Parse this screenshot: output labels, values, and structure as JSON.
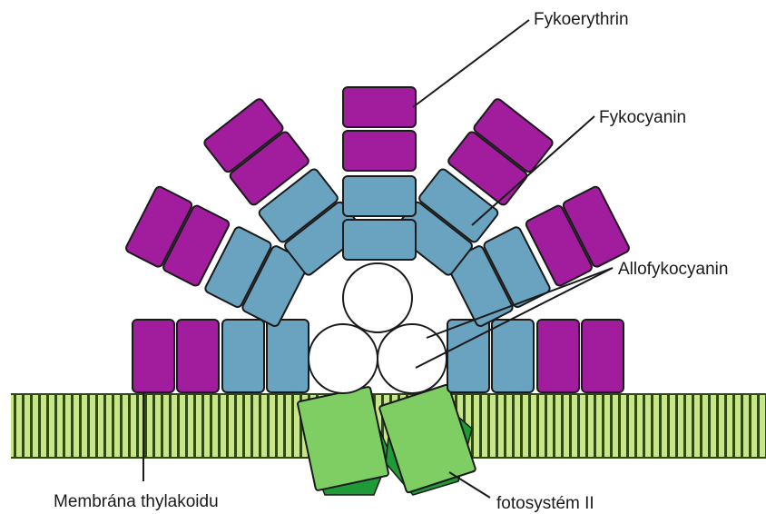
{
  "labels": {
    "phycoerythrin": "Fykoerythrin",
    "phycocyanin": "Fykocyanin",
    "allophycocyanin": "Allofykocyanin",
    "membrane": "Membrána thylakoidu",
    "photosystem": "fotosystém II"
  },
  "colors": {
    "phycoerythrin": "#a21c9e",
    "phycocyanin": "#6aa3bf",
    "allophycocyanin": "#ffffff",
    "membrane_light": "#c9e58a",
    "membrane_dark": "#2c4a12",
    "photosystem_light": "#7fce63",
    "photosystem_dark": "#1e9b36"
  }
}
